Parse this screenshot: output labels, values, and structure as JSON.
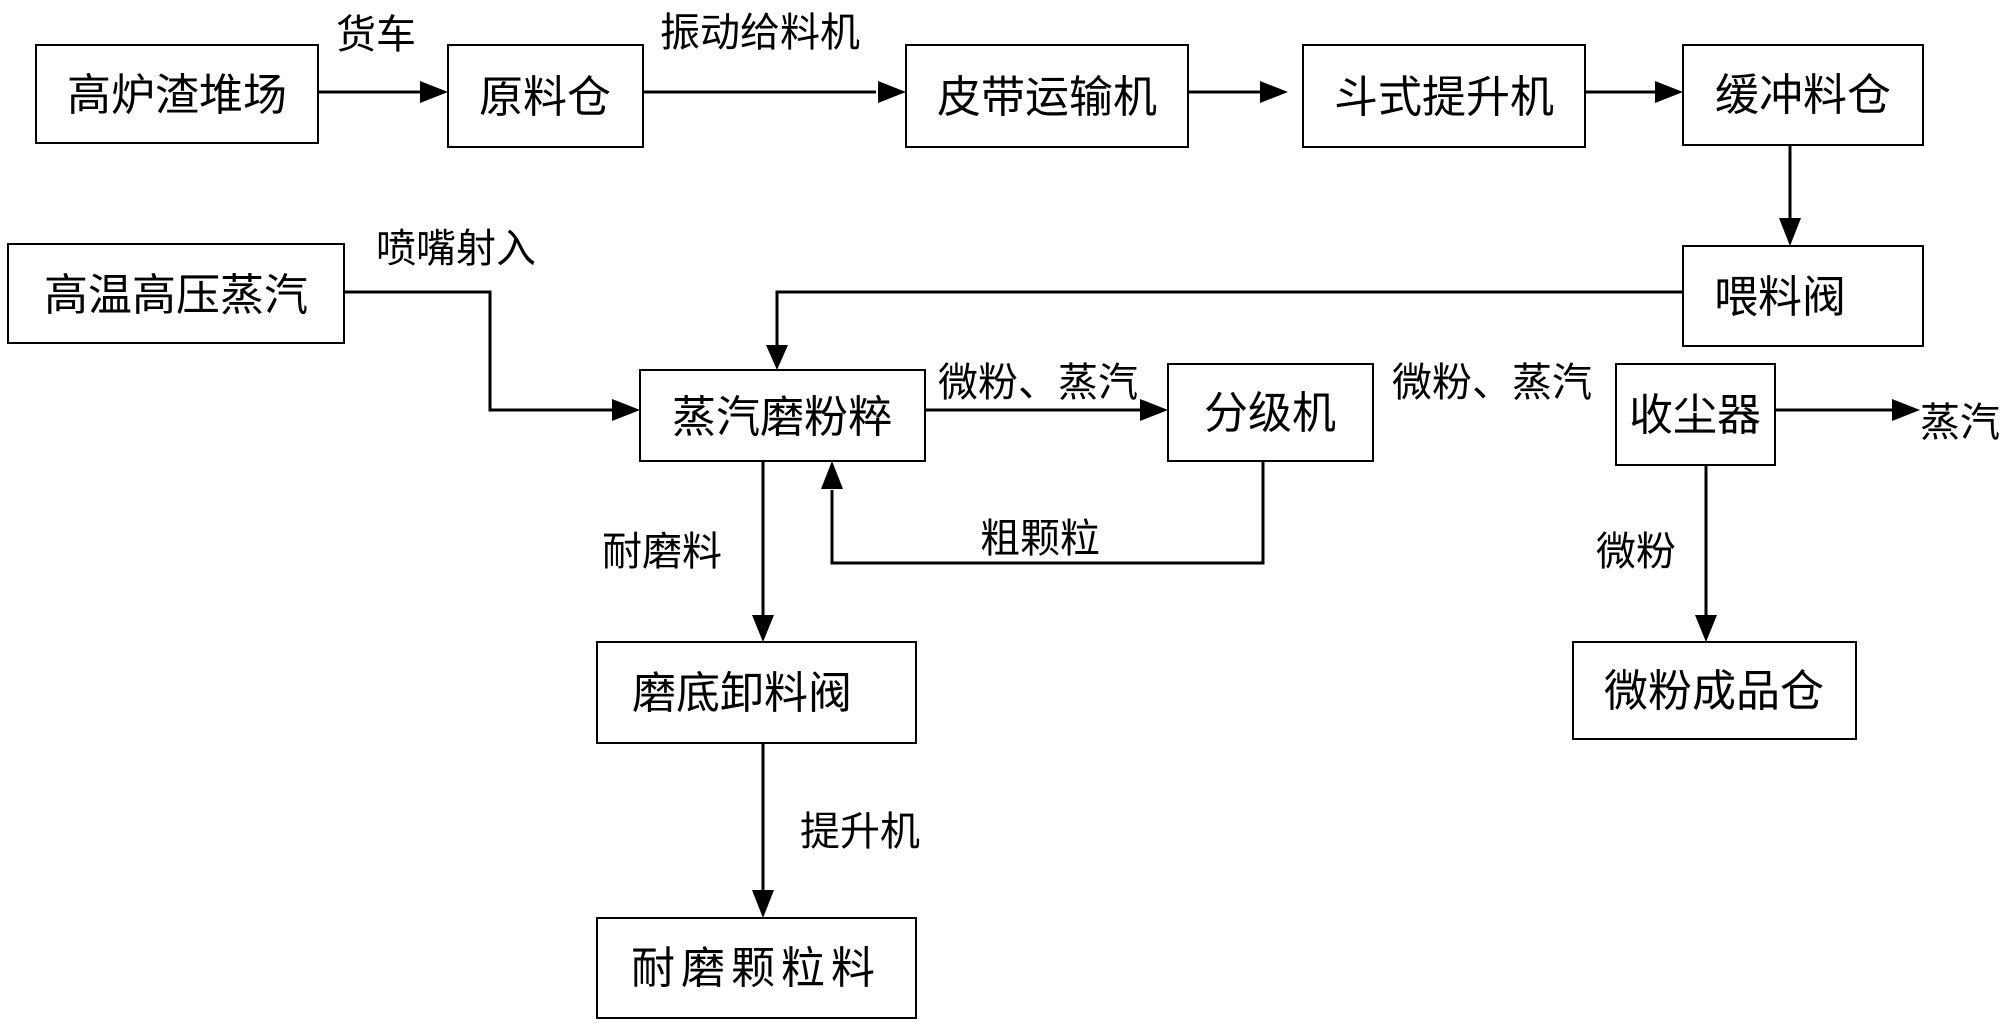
{
  "nodes": {
    "slag_yard": "高炉渣堆场",
    "raw_bin": "原料仓",
    "belt_conveyor": "皮带运输机",
    "bucket_elevator": "斗式提升机",
    "buffer_bin": "缓冲料仓",
    "feed_valve": "喂料阀",
    "steam_source": "高温高压蒸汽",
    "steam_mill": "蒸汽磨粉粹",
    "classifier": "分级机",
    "dust_collector": "收尘器",
    "powder_bin": "微粉成品仓",
    "mill_discharge_valve": "磨底卸料阀",
    "wear_particles": "耐磨颗粒料"
  },
  "edge_labels": {
    "truck": "货车",
    "vibrating_feeder": "振动给料机",
    "nozzle_injection": "喷嘴射入",
    "powder_steam_1": "微粉、蒸汽",
    "powder_steam_2": "微粉、蒸汽",
    "coarse_particles": "粗颗粒",
    "wear_material": "耐磨料",
    "steam_out": "蒸汽",
    "powder": "微粉",
    "elevator": "提升机"
  }
}
